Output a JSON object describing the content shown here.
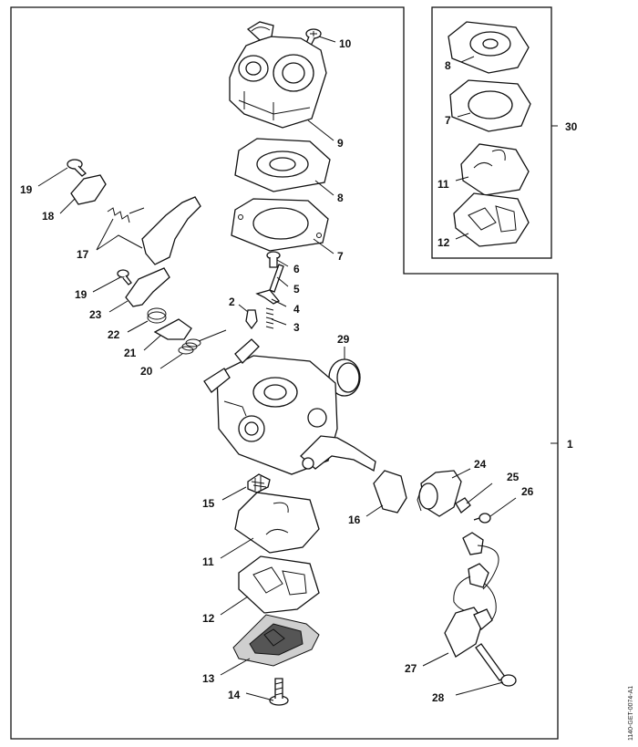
{
  "diagram": {
    "reference_code": "1140-GET-0074-A1",
    "callouts": [
      {
        "id": "10",
        "label": "10"
      },
      {
        "id": "9",
        "label": "9"
      },
      {
        "id": "8a",
        "label": "8"
      },
      {
        "id": "7a",
        "label": "7"
      },
      {
        "id": "6",
        "label": "6"
      },
      {
        "id": "5",
        "label": "5"
      },
      {
        "id": "4",
        "label": "4"
      },
      {
        "id": "3",
        "label": "3"
      },
      {
        "id": "2",
        "label": "2"
      },
      {
        "id": "19a",
        "label": "19"
      },
      {
        "id": "18",
        "label": "18"
      },
      {
        "id": "17",
        "label": "17"
      },
      {
        "id": "19b",
        "label": "19"
      },
      {
        "id": "23",
        "label": "23"
      },
      {
        "id": "22",
        "label": "22"
      },
      {
        "id": "21",
        "label": "21"
      },
      {
        "id": "20",
        "label": "20"
      },
      {
        "id": "29",
        "label": "29"
      },
      {
        "id": "1",
        "label": "1"
      },
      {
        "id": "15",
        "label": "15"
      },
      {
        "id": "11a",
        "label": "11"
      },
      {
        "id": "12a",
        "label": "12"
      },
      {
        "id": "13",
        "label": "13"
      },
      {
        "id": "14",
        "label": "14"
      },
      {
        "id": "16",
        "label": "16"
      },
      {
        "id": "24",
        "label": "24"
      },
      {
        "id": "25",
        "label": "25"
      },
      {
        "id": "26",
        "label": "26"
      },
      {
        "id": "27",
        "label": "27"
      },
      {
        "id": "28",
        "label": "28"
      },
      {
        "id": "8b",
        "label": "8"
      },
      {
        "id": "7b",
        "label": "7"
      },
      {
        "id": "11b",
        "label": "11"
      },
      {
        "id": "12b",
        "label": "12"
      },
      {
        "id": "30",
        "label": "30"
      }
    ]
  }
}
